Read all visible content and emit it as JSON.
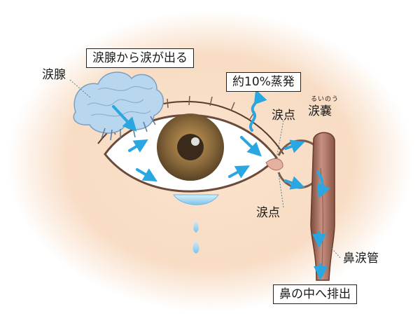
{
  "labels": {
    "tear_gland_flow": "涙腺から涙が出る",
    "tear_gland": "涙腺",
    "evaporation": "約10%蒸発",
    "punctum_upper": "涙点",
    "punctum_lower": "涙点",
    "lacrimal_sac": "涙嚢",
    "lacrimal_sac_ruby": "るいのう",
    "nasolacrimal_duct": "鼻涙管",
    "drain_to_nose": "鼻の中へ排出"
  },
  "colors": {
    "background_glow": "#f8dcc4",
    "tear_gland": "#b8d6ee",
    "iris": "#8a6a3c",
    "pupil": "#3a2a1c",
    "duct": "#a87060",
    "arrow": "#2aa6e0",
    "tear_drop": "#a8d6f0"
  }
}
